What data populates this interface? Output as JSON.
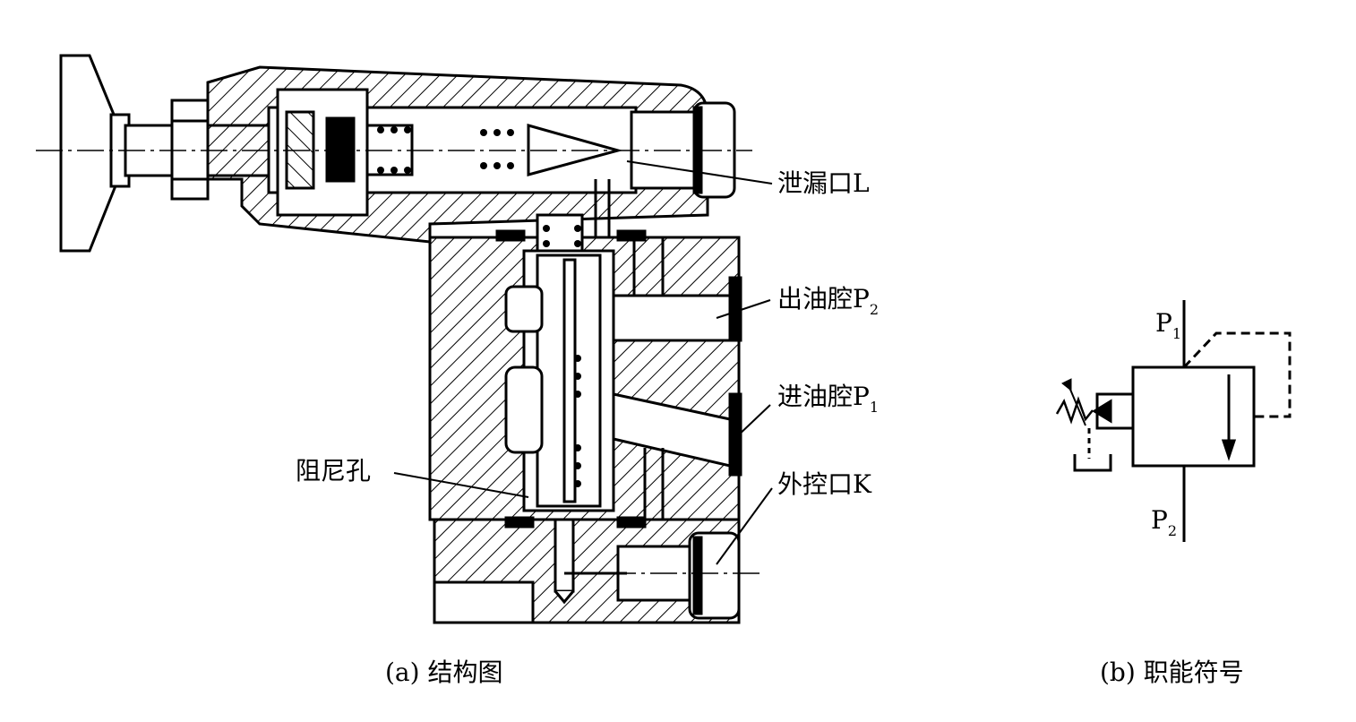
{
  "figure": {
    "structure": {
      "caption": "(a) 结构图",
      "labels": {
        "leak_port": "泄漏口L",
        "outlet_chamber": "出油腔P",
        "outlet_sub": "2",
        "inlet_chamber": "进油腔P",
        "inlet_sub": "1",
        "damping_hole": "阻尼孔",
        "external_control_port": "外控口K"
      }
    },
    "symbol": {
      "caption": "(b) 职能符号",
      "p1": "P",
      "p1_sub": "1",
      "p2": "P",
      "p2_sub": "2"
    }
  }
}
